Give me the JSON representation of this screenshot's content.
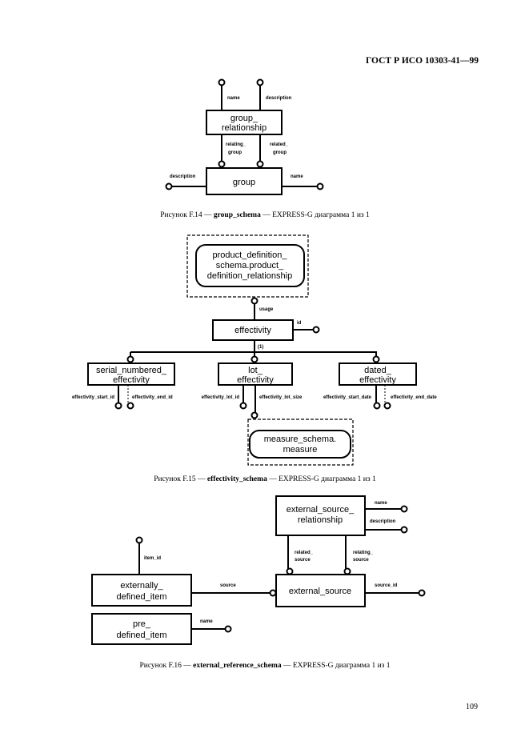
{
  "header": {
    "standard": "ГОСТ Р ИСО 10303-41—99"
  },
  "figures": [
    {
      "entities": {
        "group_relationship": [
          "group_",
          "relationship"
        ],
        "group": "group"
      },
      "attributes": {
        "rel_name": "name",
        "rel_description": "description",
        "relating": [
          "relating_",
          "group"
        ],
        "related": [
          "related_",
          "group"
        ],
        "group_description": "description",
        "group_name": "name"
      },
      "caption": {
        "prefix": "Рисунок F.14 — ",
        "schema": "group_schema",
        "suffix": " — EXPRESS-G диаграмма 1 из 1"
      }
    },
    {
      "entities": {
        "pdr_ref": [
          "product_definition_",
          "schema.product_",
          "definition_relationship"
        ],
        "effectivity": "effectivity",
        "serial": [
          "serial_numbered_",
          "effectivity"
        ],
        "lot": [
          "lot_",
          "effectivity"
        ],
        "dated": [
          "dated_",
          "effectivity"
        ],
        "measure_ref": [
          "measure_schema.",
          "measure"
        ]
      },
      "attributes": {
        "usage": "usage",
        "id": "id",
        "oneof": "(1)",
        "start_id": "effectivity_start_id",
        "end_id": "effectivity_end_id",
        "lot_id": "effectivity_lot_id",
        "lot_size": "effectivity_lot_size",
        "start_date": "effectivity_start_date",
        "end_date": "effectivity_end_date"
      },
      "caption": {
        "prefix": "Рисунок F.15 — ",
        "schema": "effectivity_schema",
        "suffix": " — EXPRESS-G диаграмма 1 из 1"
      }
    },
    {
      "entities": {
        "esr": [
          "external_source_",
          "relationship"
        ],
        "external_source": "external_source",
        "edi": [
          "externally_",
          "defined_item"
        ],
        "pdi": [
          "pre_",
          "defined_item"
        ]
      },
      "attributes": {
        "esr_name": "name",
        "esr_description": "description",
        "related": [
          "related_",
          "source"
        ],
        "relating": [
          "relating_",
          "source"
        ],
        "source_id": "source_id",
        "item_id": "item_id",
        "source": "source",
        "pdi_name": "name"
      },
      "caption": {
        "prefix": "Рисунок F.16 — ",
        "schema": "external_reference_schema",
        "suffix": " — EXPRESS-G диаграмма 1 из 1"
      }
    }
  ],
  "page_number": "109"
}
